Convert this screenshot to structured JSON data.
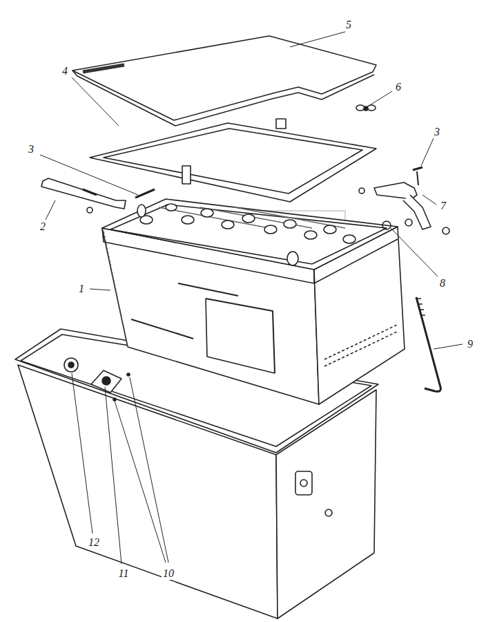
{
  "diagram": {
    "labels": [
      "5",
      "6",
      "4",
      "3",
      "3",
      "2",
      "7",
      "8",
      "1",
      "9",
      "12",
      "11",
      "10"
    ]
  }
}
